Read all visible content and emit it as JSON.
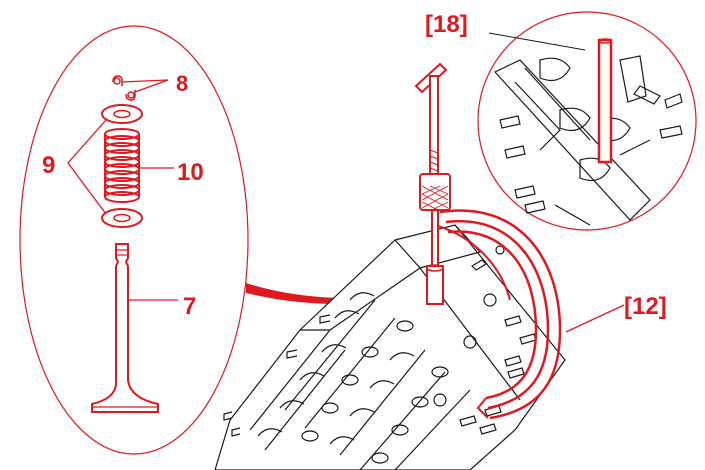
{
  "labels": {
    "keys": "8",
    "spring_seats": "9",
    "spring": "10",
    "valve": "7",
    "tool_compressor": "[18]",
    "tool_adapter": "[12]"
  },
  "colors": {
    "accent": "#e0191f",
    "line": "#1a1a1a",
    "background": "#ffffff"
  },
  "icons": [
    "valve-keys-icon",
    "spring-seat-icon",
    "valve-spring-icon",
    "valve-icon",
    "spring-compressor-icon",
    "cylinder-head-icon"
  ]
}
